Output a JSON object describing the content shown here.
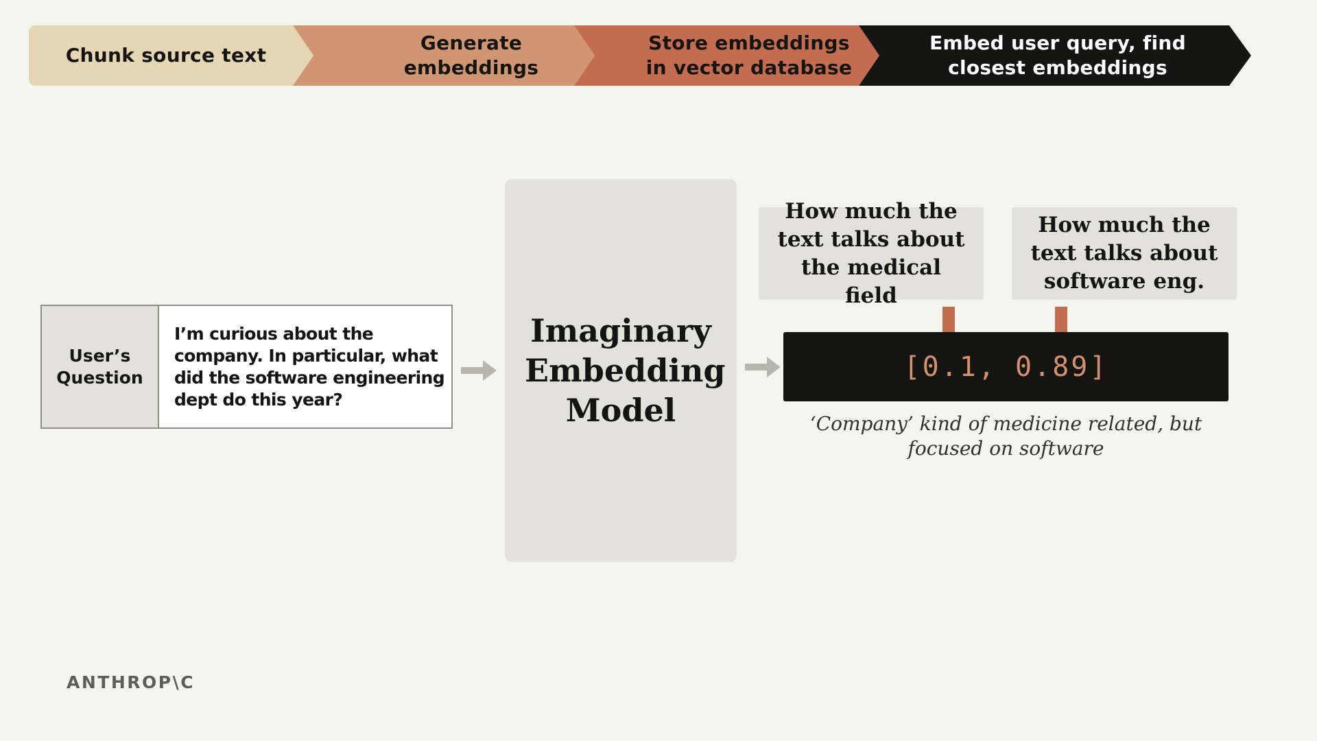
{
  "pipeline": {
    "steps": [
      {
        "label": "Chunk source text",
        "color": "#e5d6b4"
      },
      {
        "label": "Generate embeddings",
        "color": "#d09672"
      },
      {
        "label": "Store embeddings in vector database",
        "color": "#c36c50"
      },
      {
        "label": "Embed user query, find closest embeddings",
        "color": "#141413"
      }
    ]
  },
  "question": {
    "label": "User’s Question",
    "text": "I’m curious about the company. In particular, what did the software engineering dept do this year?"
  },
  "model": {
    "label": "Imaginary Embedding Model"
  },
  "dimensions": [
    {
      "label": "How much the text talks about the medical field"
    },
    {
      "label": "How much the text talks about software eng."
    }
  ],
  "vector": {
    "text": "[0.1, 0.89]",
    "values": [
      0.1,
      0.89
    ]
  },
  "caption": "‘Company’ kind of medicine related, but focused on software",
  "logo": "ANTHROP\\C",
  "colors": {
    "background": "#f5f5f0",
    "panel": "#e3e2da",
    "dark": "#141413",
    "accent_arrow": "#c36c50",
    "flow_arrow": "#b7b6ad",
    "vector_text": "#d4906c"
  }
}
